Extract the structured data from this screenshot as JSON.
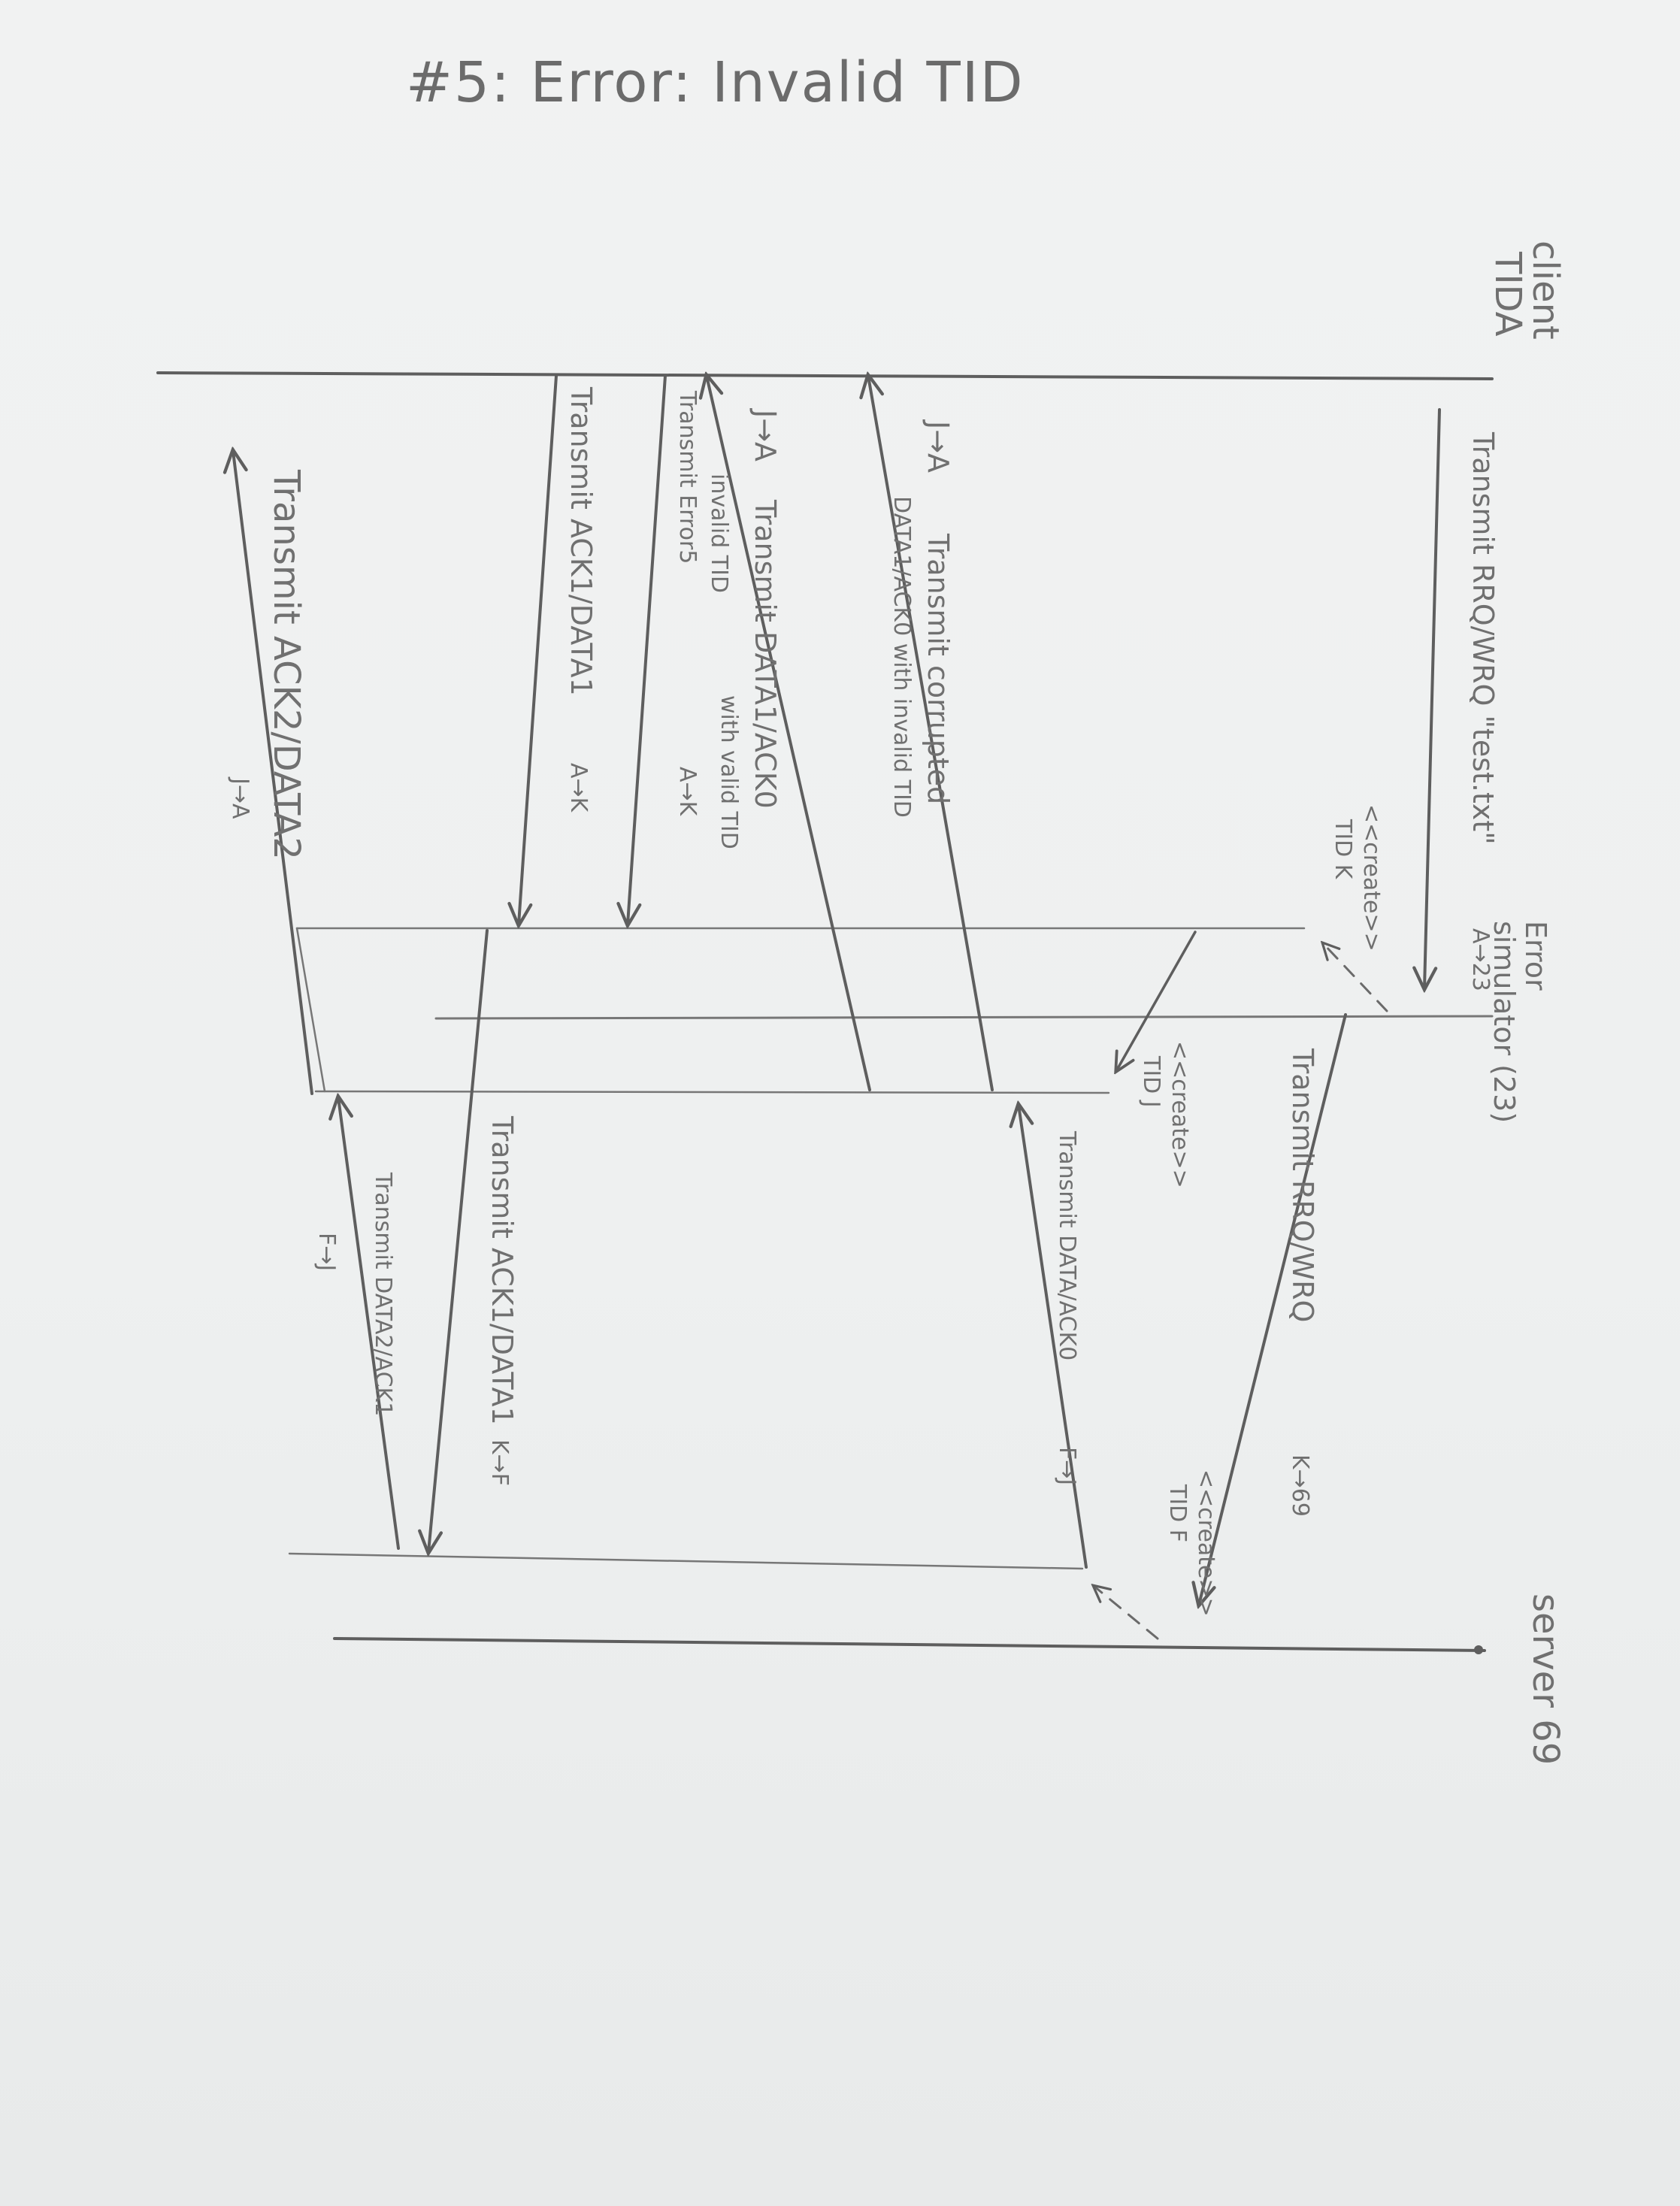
{
  "title": "#5: Error: Invalid TID",
  "participants": {
    "client": "client",
    "client_tid": "TIDA",
    "error_simulator_1": "Error",
    "error_simulator_2": "simulator (23)",
    "server": "server 69"
  },
  "messages": {
    "m1": "Transmit RRQ/WRQ \"test.txt\"",
    "m1_dir": "A→23",
    "m2": "Transmit RRQ/WRQ",
    "m2_dir": "K→69",
    "m3": "Transmit DATA/ACK0",
    "m3_dir": "F→J",
    "m4": "Transmit corrupted",
    "m4b": "DATA1/ACK0 with invalid TID",
    "m4_dir": "J→A",
    "m5": "Transmit DATA1/ACK0",
    "m5b": "with valid TID",
    "m5_dir": "J→A",
    "m6": "Transmit Error5",
    "m6b": "invalid TID",
    "m6_dir": "A→K",
    "m7": "Transmit ACK1/DATA1",
    "m7_dir": "A→K",
    "m8": "Transmit ACK1/DATA1",
    "m8_dir": "K→F",
    "m9": "Transmit DATA2/ACK1",
    "m9_dir": "F→J",
    "m10": "Transmit ACK2/DATA2",
    "m10_dir": "J→A"
  },
  "notes": {
    "create_k": "<<create>>",
    "tid_k": "TID K",
    "create_j": "<<create>>",
    "tid_j": "TID J",
    "create_f": "<<create>>",
    "tid_f": "TID F"
  }
}
